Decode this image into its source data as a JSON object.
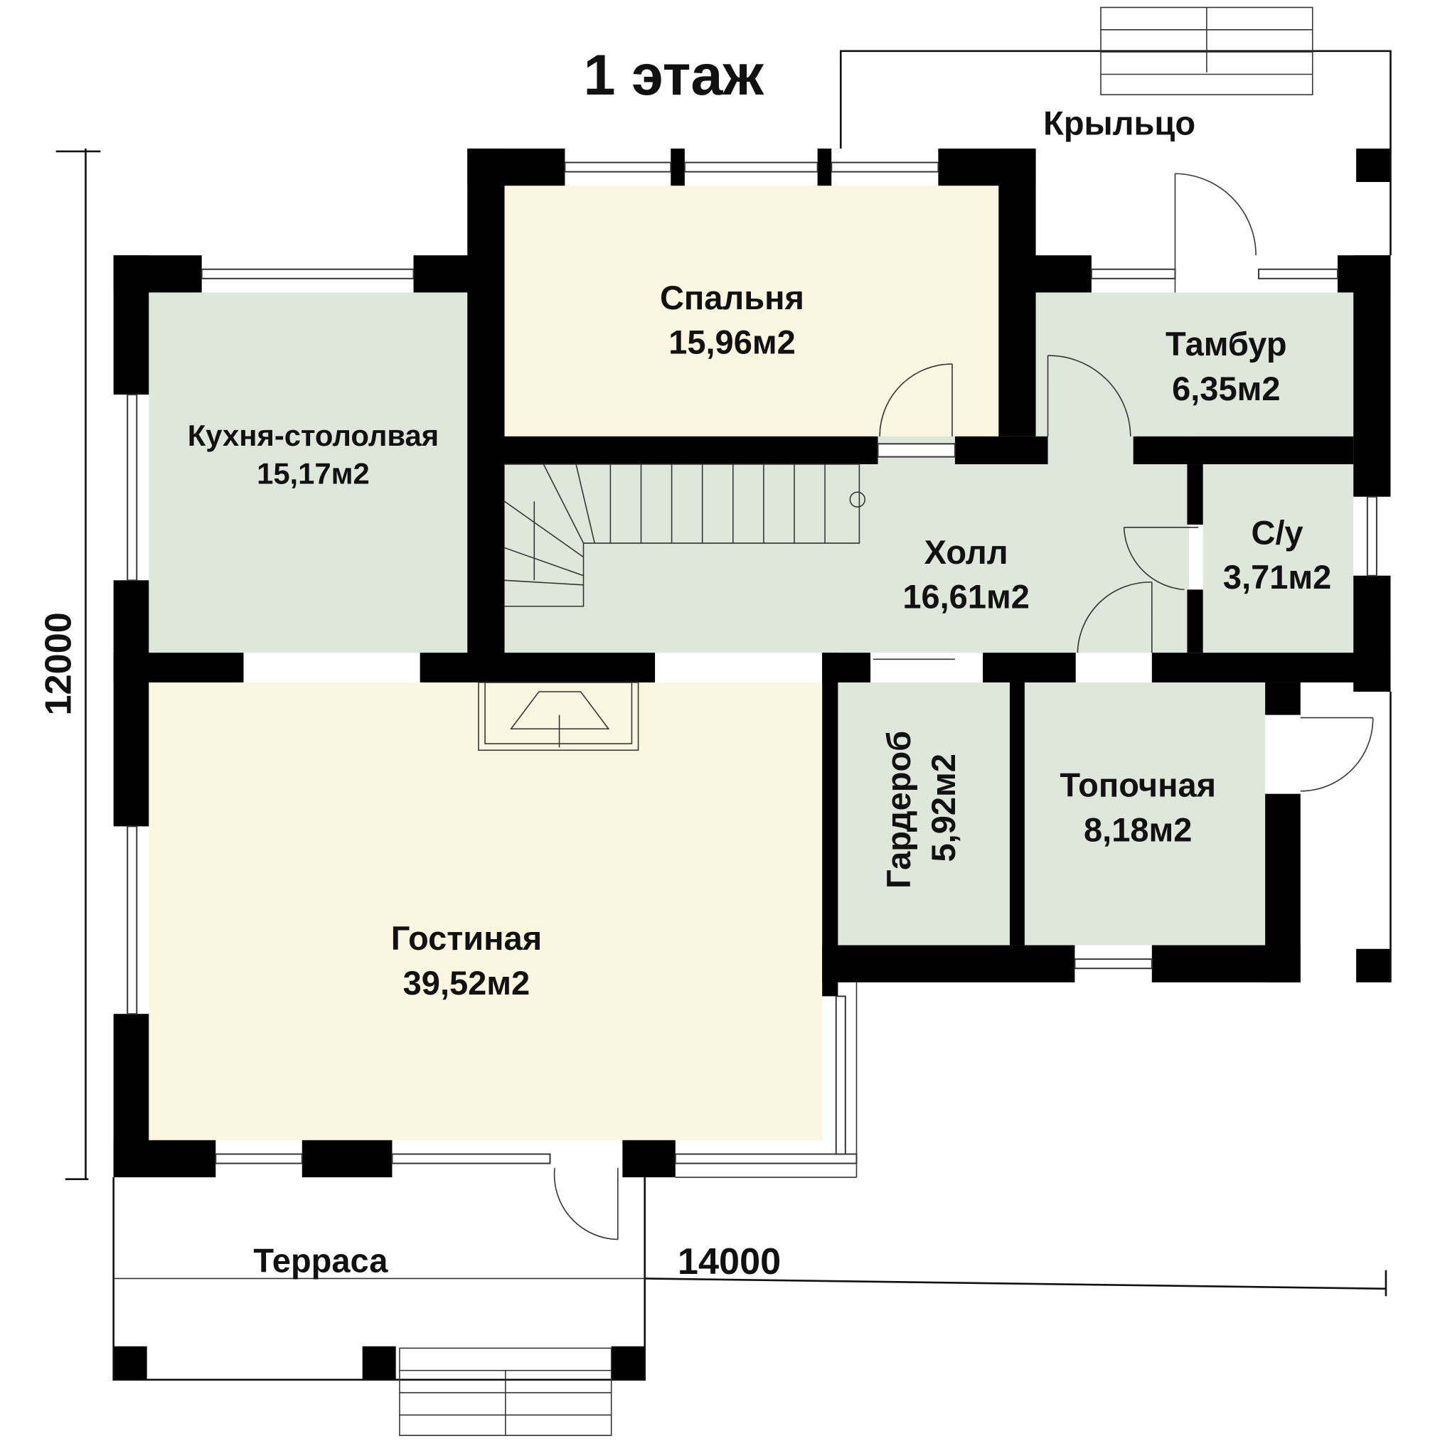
{
  "title": "1 этаж",
  "dimensions": {
    "height": "12000",
    "width": "14000"
  },
  "rooms": [
    {
      "name": "Спальня",
      "area": "15,96м2"
    },
    {
      "name": "Кухня-стололвая",
      "area": "15,17м2"
    },
    {
      "name": "Тамбур",
      "area": "6,35м2"
    },
    {
      "name": "Холл",
      "area": "16,61м2"
    },
    {
      "name": "С/у",
      "area": "3,71м2"
    },
    {
      "name": "Гардероб",
      "area": "5,92м2"
    },
    {
      "name": "Топочная",
      "area": "8,18м2"
    },
    {
      "name": "Гостиная",
      "area": "39,52м2"
    }
  ],
  "outdoor": {
    "porch": "Крыльцо",
    "terrace": "Терраса"
  },
  "colors": {
    "green": "#dfe7db",
    "cream": "#fbf6df",
    "wall": "#000000"
  }
}
